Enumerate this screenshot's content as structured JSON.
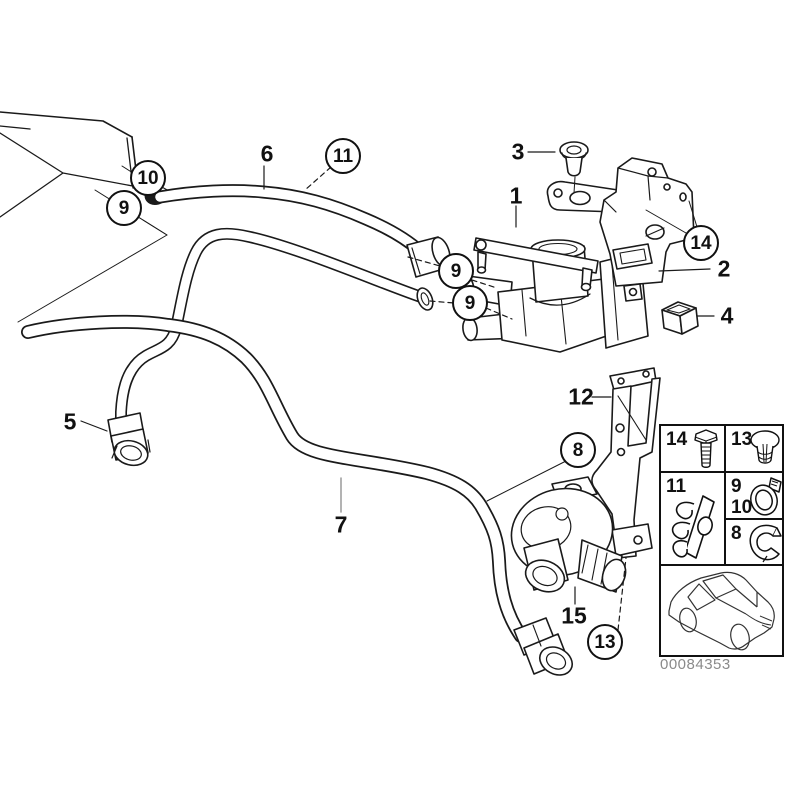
{
  "diagram": {
    "part_number": "00084353",
    "callouts": [
      {
        "label": "10",
        "circled": true
      },
      {
        "label": "9",
        "circled": true
      },
      {
        "label": "6",
        "circled": false
      },
      {
        "label": "11",
        "circled": true
      },
      {
        "label": "3",
        "circled": false
      },
      {
        "label": "1",
        "circled": false
      },
      {
        "label": "14",
        "circled": true
      },
      {
        "label": "2",
        "circled": false
      },
      {
        "label": "9",
        "circled": true
      },
      {
        "label": "9",
        "circled": true
      },
      {
        "label": "4",
        "circled": false
      },
      {
        "label": "12",
        "circled": false
      },
      {
        "label": "8",
        "circled": true
      },
      {
        "label": "5",
        "circled": false
      },
      {
        "label": "7",
        "circled": false
      },
      {
        "label": "15",
        "circled": false
      },
      {
        "label": "13",
        "circled": true
      }
    ],
    "legend": {
      "items": [
        {
          "label": "14",
          "icon": "hex-bolt-icon"
        },
        {
          "label": "13",
          "icon": "push-rivet-icon"
        },
        {
          "label": "11",
          "icon": "hose-clip-icon"
        },
        {
          "label": "9",
          "icon": "hose-clamp-icon"
        },
        {
          "label": "10",
          "icon": "hose-clamp-icon"
        },
        {
          "label": "8",
          "icon": "spring-band-clamp-icon"
        }
      ]
    },
    "colors": {
      "line": "#1a1a1a",
      "muted_text": "#8a8a8a",
      "leader_gray": "#9a9a9a",
      "background": "#ffffff"
    }
  }
}
